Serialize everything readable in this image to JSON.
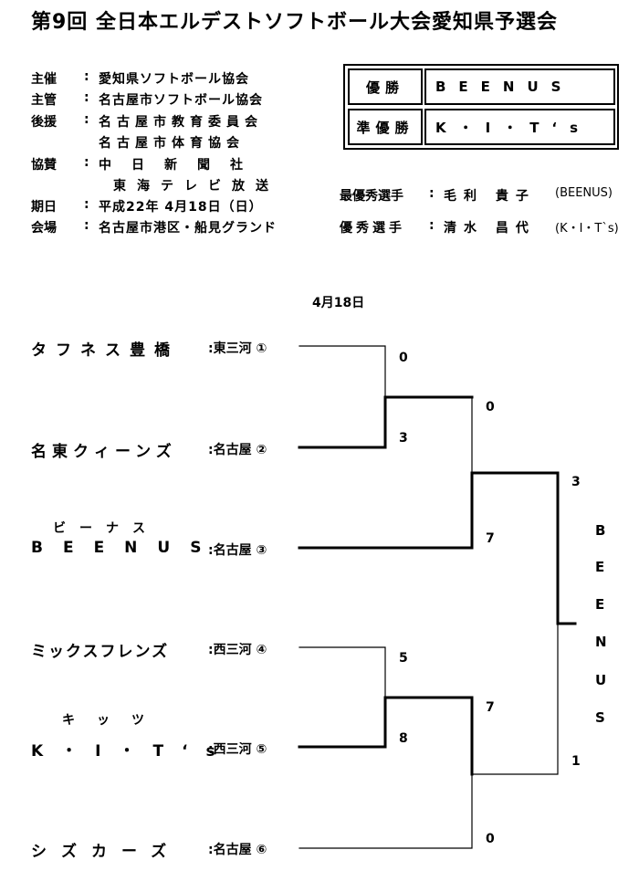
{
  "title": "第9回 全日本エルデストソフトボール大会愛知県予選会",
  "info": [
    {
      "label": "主催",
      "value": "愛知県ソフトボール協会"
    },
    {
      "label": "主管",
      "value": "名古屋市ソフトボール協会"
    },
    {
      "label": "後援",
      "value": "名古屋市教育委員会"
    },
    {
      "label": "",
      "value": "名古屋市体育協会"
    },
    {
      "label": "協賛",
      "value": "中日新聞社"
    },
    {
      "label": "",
      "value": "東海テレビ放送"
    },
    {
      "label": "期日",
      "value": "平成22年 4月18日（日）"
    },
    {
      "label": "会場",
      "value": "名古屋市港区・船見グランド"
    }
  ],
  "results": {
    "winner_label": "優勝",
    "winner": "BEENUS",
    "runner_up_label": "準優勝",
    "runner_up": "K・I・T‘s"
  },
  "awards": {
    "mvp_label": "最優秀選手",
    "mvp_name": "毛利 貴子",
    "mvp_team": "(BEENUS)",
    "excellent_label": "優秀選手",
    "excellent_name": "清水 昌代",
    "excellent_team": "(K・I・T`s)"
  },
  "bracket_date": "4月18日",
  "teams": [
    {
      "name": "タフネス豊橋",
      "ruby": "",
      "region": "東三河",
      "seed": "①"
    },
    {
      "name": "名東クィーンズ",
      "ruby": "",
      "region": "名古屋",
      "seed": "②"
    },
    {
      "name": "BEENUS",
      "ruby": "ビーナス",
      "region": "名古屋",
      "seed": "③"
    },
    {
      "name": "ミックスフレンズ",
      "ruby": "",
      "region": "西三河",
      "seed": "④"
    },
    {
      "name": "K・I・T‘s",
      "ruby": "キッツ",
      "region": "西三河",
      "seed": "⑤"
    },
    {
      "name": "シズカーズ",
      "ruby": "",
      "region": "名古屋",
      "seed": "⑥"
    }
  ],
  "scores": {
    "r1a_top": "0",
    "r1a_bottom": "3",
    "r2a_top": "0",
    "r2a_bottom": "7",
    "r1b_top": "5",
    "r1b_bottom": "8",
    "r2b_top": "7",
    "r2b_bottom": "0",
    "final_top": "3",
    "final_bottom": "1"
  },
  "champion_vertical": [
    "B",
    "E",
    "E",
    "N",
    "U",
    "S"
  ],
  "colors": {
    "line": "#000000",
    "background": "#ffffff"
  }
}
